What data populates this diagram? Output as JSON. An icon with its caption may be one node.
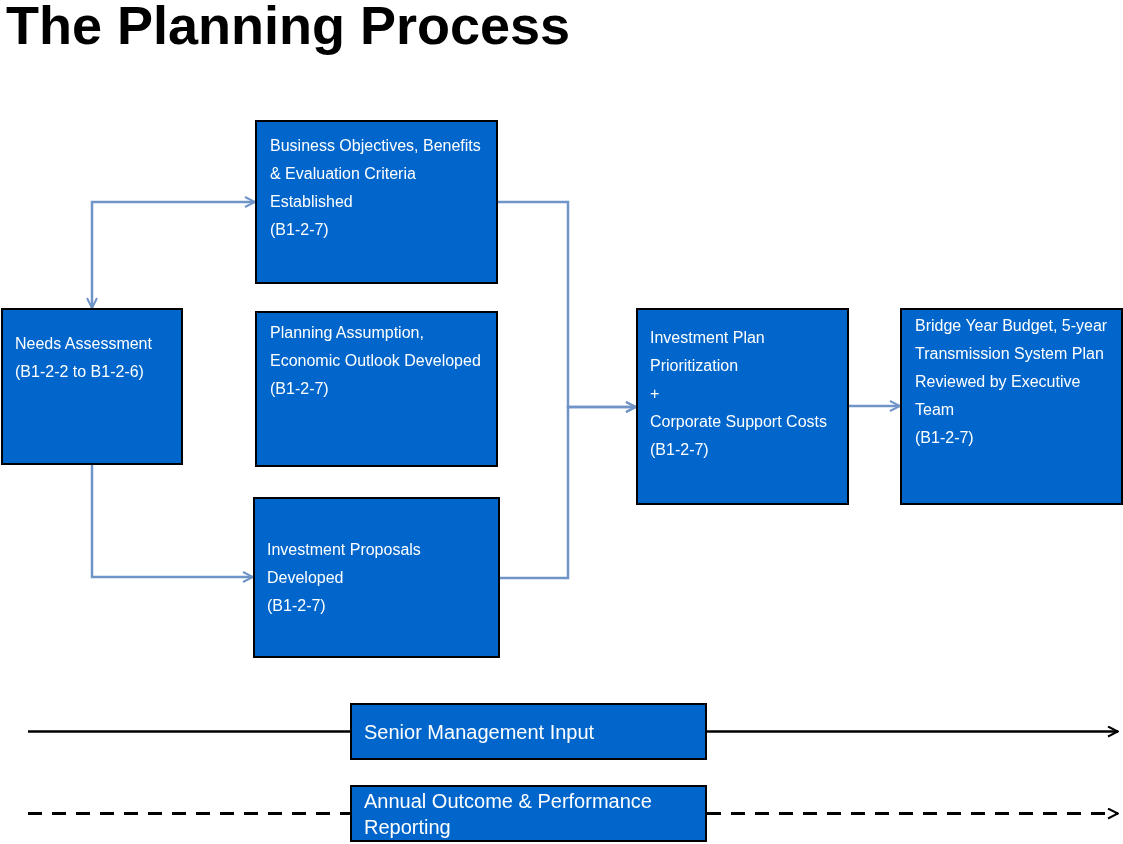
{
  "diagram": {
    "title": "The Planning Process",
    "nodes": [
      {
        "text": [
          "Needs Assessment",
          "(B1-2-2 to B1-2-6)"
        ]
      },
      {
        "text": [
          "Business Objectives, Benefits & Evaluation Criteria Established",
          "(B1-2-7)"
        ]
      },
      {
        "text": [
          "Planning Assumption, Economic Outlook Developed",
          "(B1-2-7)"
        ]
      },
      {
        "text": [
          "Investment Proposals Developed",
          "(B1-2-7)"
        ]
      },
      {
        "text": [
          "Investment Plan Prioritization",
          "+",
          "Corporate Support Costs",
          "(B1-2-7)"
        ]
      },
      {
        "text": [
          "Bridge Year Budget, 5-year Transmission System Plan Reviewed by Executive Team",
          "(B1-2-7)"
        ]
      },
      {
        "text": [
          "Senior Management Input"
        ]
      },
      {
        "text": [
          "Annual Outcome & Performance Reporting"
        ]
      }
    ],
    "edges": [
      {
        "from": 0,
        "to": 1,
        "arrow": "both"
      },
      {
        "from": 0,
        "to": 3,
        "arrow": "to"
      },
      {
        "from": 1,
        "to": 4,
        "arrow": "to"
      },
      {
        "from": 3,
        "to": 4,
        "arrow": "to"
      },
      {
        "from": 4,
        "to": 5,
        "arrow": "to"
      },
      {
        "from": null,
        "to": 6,
        "arrow": "none",
        "color": "#000000"
      },
      {
        "from": 6,
        "to": null,
        "arrow": "to",
        "color": "#000000"
      },
      {
        "from": null,
        "to": 7,
        "arrow": "none",
        "color": "#000000",
        "style": "dashed"
      },
      {
        "from": 7,
        "to": null,
        "arrow": "to",
        "color": "#000000",
        "style": "dashed"
      }
    ]
  }
}
